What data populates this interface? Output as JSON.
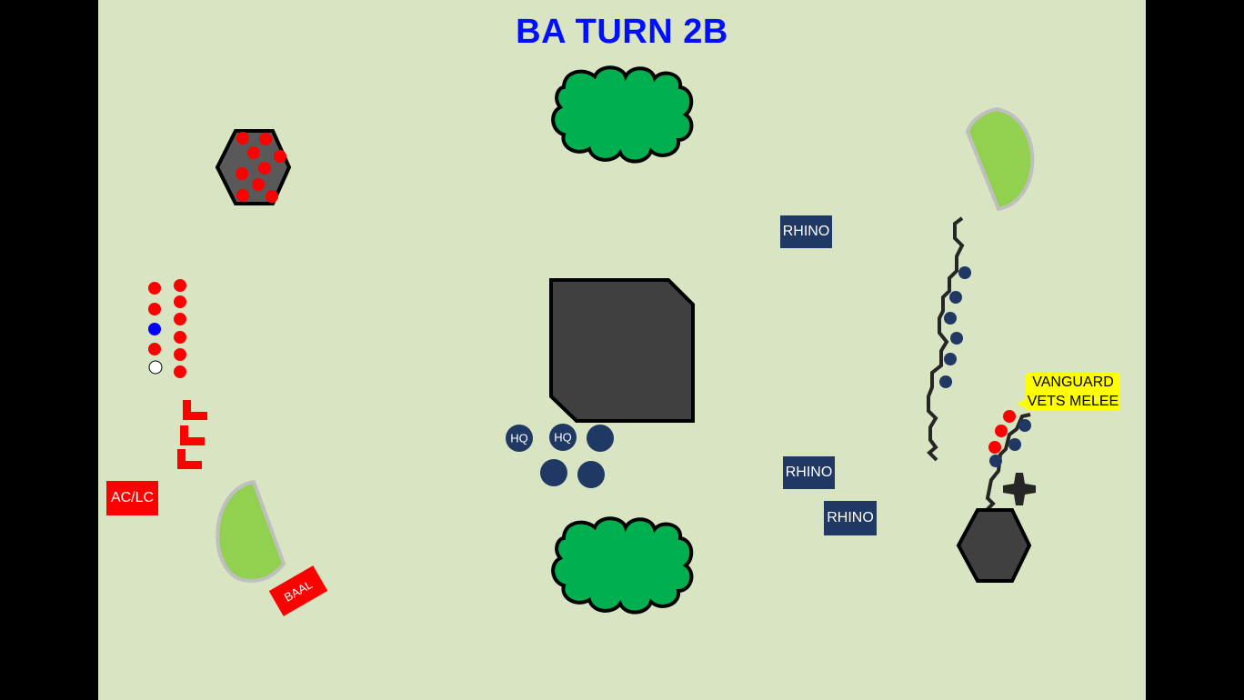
{
  "title": "BA TURN 2B",
  "colors": {
    "board": "#d8e4c2",
    "title": "#0010ff",
    "blood_angels_red": "#ff0000",
    "opponent_navy": "#1f3864",
    "objective_blue": "#0000ff",
    "forest_green": "#00b050",
    "hill_green": "#92d050",
    "ruin_gray": "#404040",
    "callout_yellow": "#ffff00"
  },
  "labels": {
    "rhino_1": "RHINO",
    "rhino_2": "RHINO",
    "rhino_3": "RHINO",
    "hq_1": "HQ",
    "hq_2": "HQ",
    "ac_lc": "AC/LC",
    "baal": "BAAL",
    "vanguard_line1": "VANGUARD",
    "vanguard_line2": "VETS MELEE"
  },
  "icons": {
    "tracer": "cross-marker-icon"
  }
}
